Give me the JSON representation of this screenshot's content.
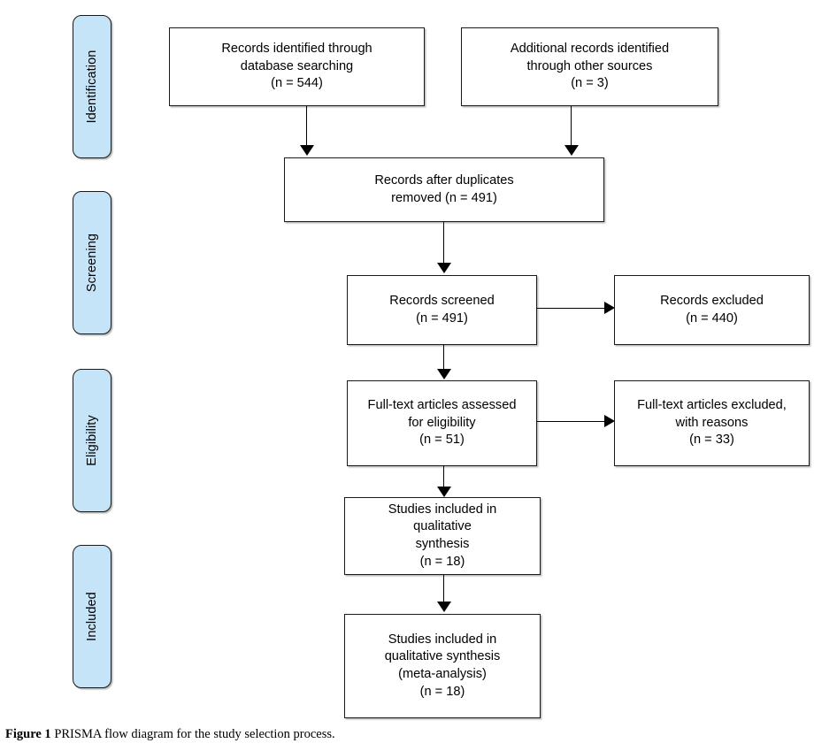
{
  "figure": {
    "caption_label": "Figure 1",
    "caption_text": "PRISMA flow diagram for the study selection process.",
    "accent_color": "#c6e4f7",
    "line_color": "#1a1a1a",
    "background": "#ffffff"
  },
  "stages": [
    {
      "label": "Identification"
    },
    {
      "label": "Screening"
    },
    {
      "label": "Eligibility"
    },
    {
      "label": "Included"
    }
  ],
  "chart_data": {
    "type": "diagram",
    "title": "PRISMA flow diagram for the study selection process",
    "nodes": [
      {
        "id": "identified_db",
        "label": "Records identified through\ndatabase searching\n(n = 544)",
        "n": 544,
        "stage": "Identification"
      },
      {
        "id": "identified_other",
        "label": "Additional records identified\nthrough other sources\n(n = 3)",
        "n": 3,
        "stage": "Identification"
      },
      {
        "id": "after_duplicates",
        "label": "Records after duplicates\nremoved (n = 491)",
        "n": 491,
        "stage": "Screening"
      },
      {
        "id": "screened",
        "label": "Records screened\n(n = 491)",
        "n": 491,
        "stage": "Screening"
      },
      {
        "id": "excluded",
        "label": "Records excluded\n(n = 440)",
        "n": 440,
        "stage": "Screening"
      },
      {
        "id": "fulltext_assessed",
        "label": "Full-text articles assessed\nfor eligibility\n(n = 51)",
        "n": 51,
        "stage": "Eligibility"
      },
      {
        "id": "fulltext_excluded",
        "label": "Full-text articles excluded,\nwith reasons\n(n = 33)",
        "n": 33,
        "stage": "Eligibility"
      },
      {
        "id": "qualitative",
        "label": "Studies included in\nqualitative\nsynthesis\n(n = 18)",
        "n": 18,
        "stage": "Included"
      },
      {
        "id": "meta_analysis",
        "label": "Studies included in\nqualitative synthesis\n(meta-analysis)\n(n = 18)",
        "n": 18,
        "stage": "Included"
      }
    ],
    "edges": [
      {
        "from": "identified_db",
        "to": "after_duplicates"
      },
      {
        "from": "identified_other",
        "to": "after_duplicates"
      },
      {
        "from": "after_duplicates",
        "to": "screened"
      },
      {
        "from": "screened",
        "to": "excluded"
      },
      {
        "from": "screened",
        "to": "fulltext_assessed"
      },
      {
        "from": "fulltext_assessed",
        "to": "fulltext_excluded"
      },
      {
        "from": "fulltext_assessed",
        "to": "qualitative"
      },
      {
        "from": "qualitative",
        "to": "meta_analysis"
      }
    ]
  }
}
